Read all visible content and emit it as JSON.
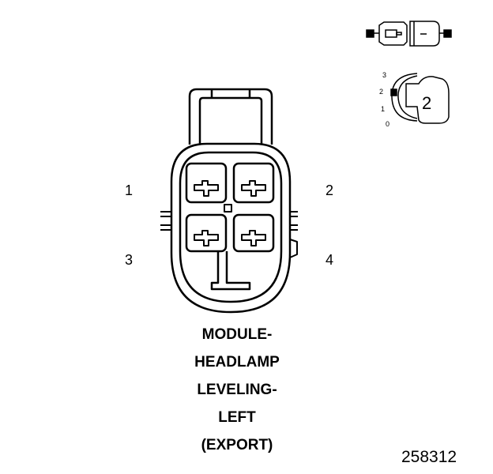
{
  "connector": {
    "pins": [
      "1",
      "2",
      "3",
      "4"
    ]
  },
  "inset": {
    "position_ticks": [
      "3",
      "2",
      "1",
      "0"
    ],
    "selected_position": "2"
  },
  "caption": {
    "lines": [
      "MODULE-",
      "HEADLAMP",
      "LEVELING-",
      "LEFT",
      "(EXPORT)"
    ]
  },
  "figure_number": "258312"
}
